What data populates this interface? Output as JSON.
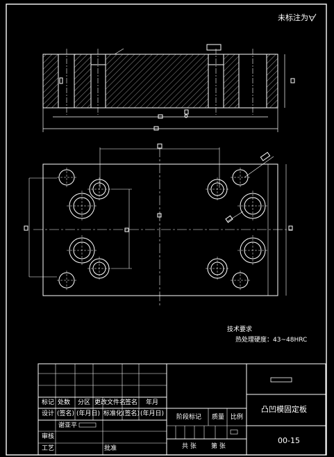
{
  "corner_note": "未标注为",
  "tech_requirements": {
    "title": "技术要求",
    "line1": "热处理硬度：43~48HRC"
  },
  "title_block": {
    "part_name": "凸凹模固定板",
    "drawing_number": "00-15",
    "row_mark": [
      "标记",
      "处数",
      "分区",
      "更改文件名",
      "签名",
      "年月"
    ],
    "row_design": [
      "设计",
      "(签名)",
      "(年月日)",
      "标准化",
      "(签名)",
      "(年月日)"
    ],
    "reviewer_name": "谢亚平",
    "review_label": "审核",
    "process_label": "工艺",
    "approve_label": "批准",
    "stage_mark_label": "阶段标记",
    "weight_label": "质量",
    "scale_label": "比例",
    "total_sheets_label": "共    张",
    "sheet_label": "第    张"
  }
}
